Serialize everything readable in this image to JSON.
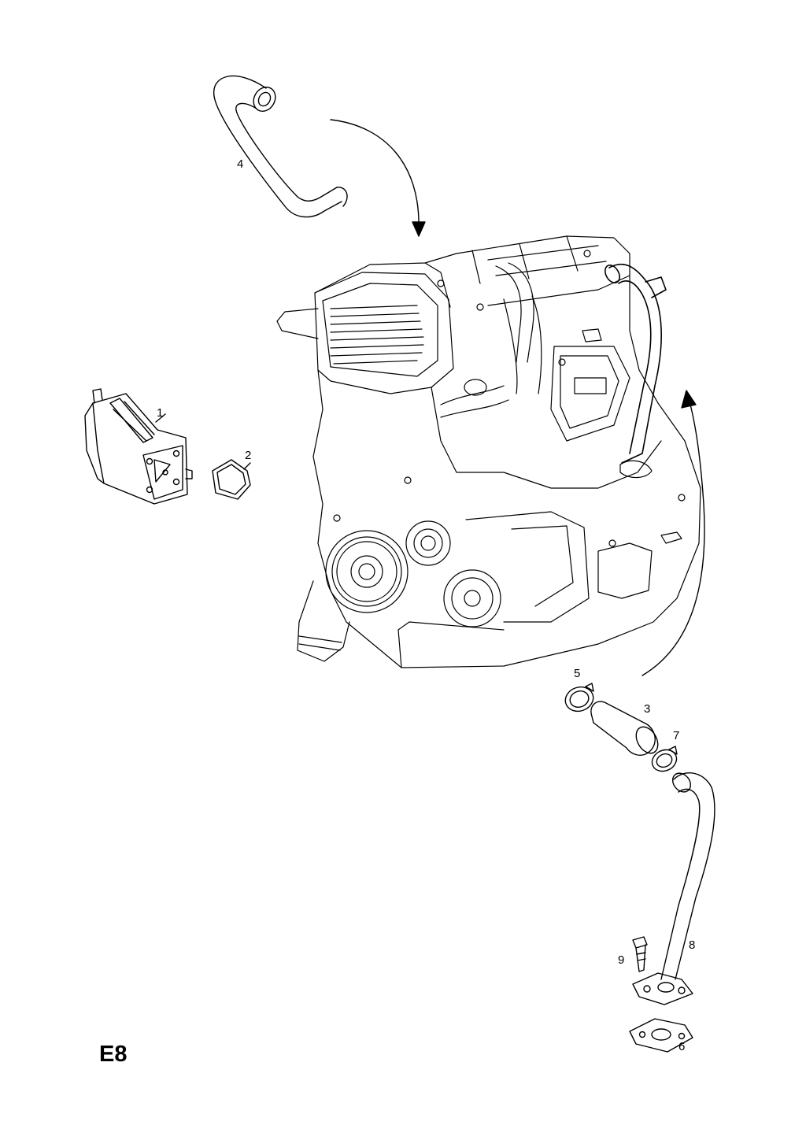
{
  "diagram": {
    "page_code": "E8",
    "callouts": {
      "c1": "1",
      "c2": "2",
      "c3": "3",
      "c4": "4",
      "c5": "5",
      "c6": "6",
      "c7": "7",
      "c8": "8",
      "c9": "9"
    },
    "line_color": "#000000",
    "background_color": "#ffffff"
  }
}
